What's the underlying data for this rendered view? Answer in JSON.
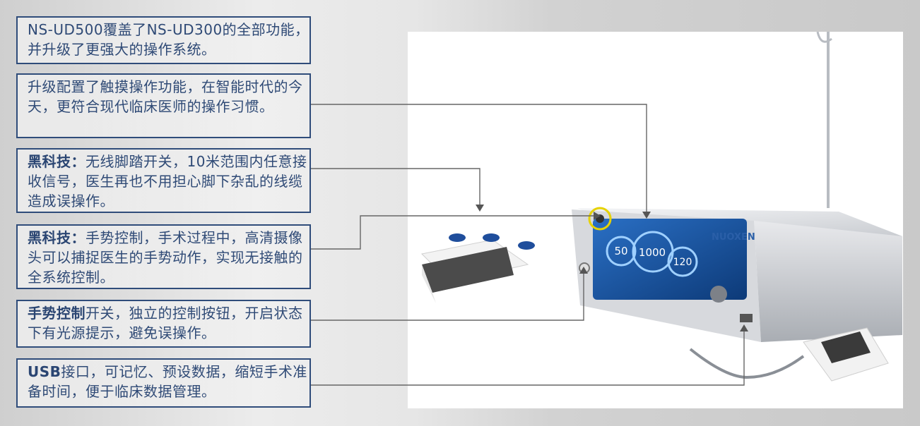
{
  "callouts": [
    {
      "bold": "",
      "text": "NS-UD500覆盖了NS-UD300的全部功能，并升级了更强大的操作系统。"
    },
    {
      "bold": "",
      "text": "升级配置了触摸操作功能，在智能时代的今天，更符合现代临床医师的操作习惯。"
    },
    {
      "bold": "黑科技：",
      "text": "无线脚踏开关，10米范围内任意接收信号，医生再也不用担心脚下杂乱的线缆造成误操作。"
    },
    {
      "bold": "黑科技：",
      "text": "手势控制，手术过程中，高清摄像头可以捕捉医生的手势动作，实现无接触的全系统控制。"
    },
    {
      "bold": "手势控制",
      "text": "开关，独立的控制按钮，开启状态下有光源提示，避免误操作。"
    },
    {
      "bold": "USB",
      "text": "接口，可记忆、预设数据，缩短手术准备时间，便于临床数据管理。"
    }
  ],
  "device": {
    "brand": "NUOXEN",
    "screen_values": [
      "50",
      "1000",
      "120"
    ],
    "accent_color": "#e6d200",
    "screen_color": "#1f5fb0"
  }
}
